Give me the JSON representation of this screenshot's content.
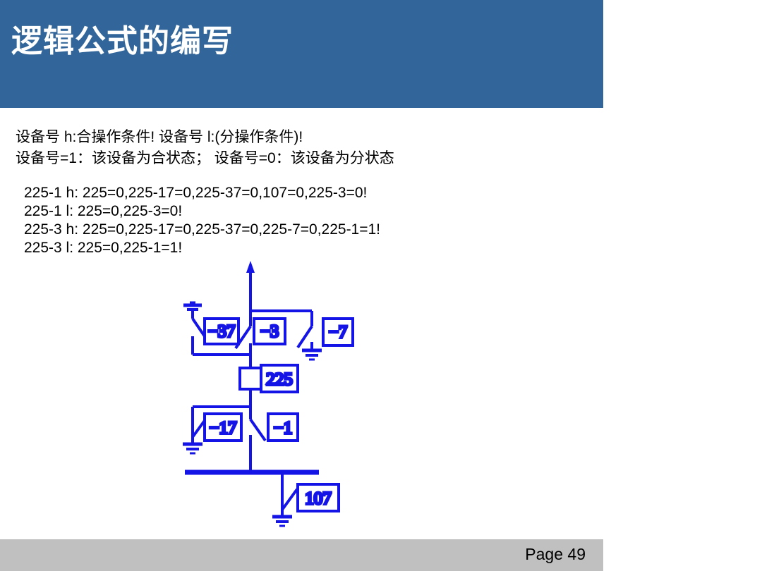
{
  "slide": {
    "title": "逻辑公式的编写",
    "banner_color": "#32669a",
    "footer_color": "#c0c0c0",
    "diagram_color": "#1414e6"
  },
  "legend": {
    "lines": [
      "设备号 h:合操作条件!      设备号 l:(分操作条件)!",
      "设备号=1：该设备为合状态； 设备号=0：该设备为分状态"
    ]
  },
  "formulas": {
    "lines": [
      "225-1 h: 225=0,225-17=0,225-37=0,107=0,225-3=0!",
      "225-1 l:  225=0,225-3=0!",
      "225-3 h: 225=0,225-17=0,225-37=0,225-7=0,225-1=1!",
      "225-3 l:  225=0,225-1=1!"
    ]
  },
  "diagram": {
    "devices": [
      {
        "id": "dev-37",
        "label": "−37"
      },
      {
        "id": "dev-3",
        "label": "−3"
      },
      {
        "id": "dev-7",
        "label": "−7"
      },
      {
        "id": "dev-225",
        "label": "225"
      },
      {
        "id": "dev-17",
        "label": "−17"
      },
      {
        "id": "dev-1",
        "label": "−1"
      },
      {
        "id": "dev-107",
        "label": "107"
      }
    ]
  },
  "footer": {
    "page_label": "Page  49"
  }
}
